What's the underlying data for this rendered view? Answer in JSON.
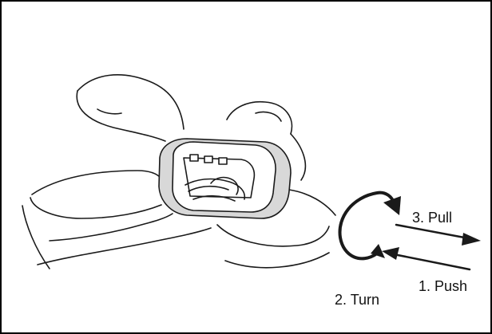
{
  "labels": {
    "pull": "3. Pull",
    "push": "1. Push",
    "turn": "2. Turn"
  },
  "colors": {
    "stroke": "#1a1a1a",
    "connector_fill": "#d8d8d8",
    "background": "#ffffff"
  }
}
